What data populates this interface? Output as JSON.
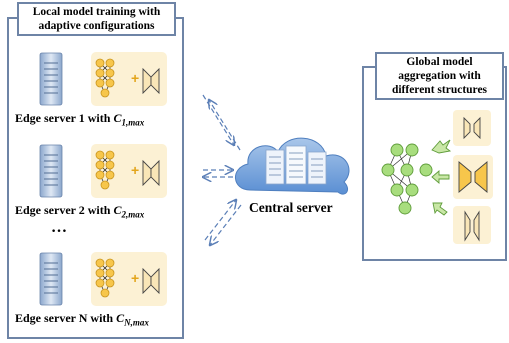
{
  "left_panel": {
    "title": "Local model training with adaptive configurations",
    "servers": [
      {
        "label": "Edge server 1 with ",
        "var": "C",
        "sub": "1,max"
      },
      {
        "label": "Edge server 2 with ",
        "var": "C",
        "sub": "2,max"
      },
      {
        "label": "Edge server N with ",
        "var": "C",
        "sub": "N,max"
      }
    ],
    "ellipsis": "…"
  },
  "center": {
    "label": "Central server"
  },
  "right_panel": {
    "title": "Global model aggregation with different structures"
  },
  "colors": {
    "box_border": "#6e84a6",
    "card_fill": "#fcf1d4",
    "node_orange": "#f7c64b",
    "node_green": "#a8dd7e",
    "arrow_blue": "#5b7fb7",
    "arrow_green": "#7cb84a"
  }
}
